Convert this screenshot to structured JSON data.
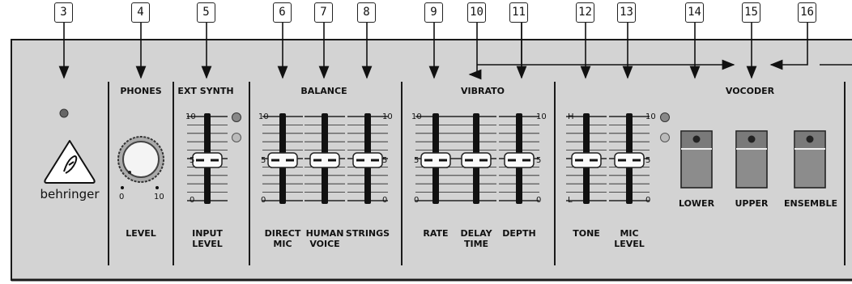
{
  "callouts": [
    "3",
    "4",
    "5",
    "6",
    "7",
    "8",
    "9",
    "10",
    "11",
    "12",
    "13",
    "14",
    "15",
    "16"
  ],
  "brand": "behringer",
  "sections": {
    "phones": "PHONES",
    "ext_synth": "EXT SYNTH",
    "balance": "BALANCE",
    "vibrato": "VIBRATO",
    "vocoder": "VOCODER"
  },
  "knob": {
    "label": "LEVEL",
    "min": "0",
    "max": "10"
  },
  "fader_scale": {
    "top": "10",
    "mid": "5",
    "bottom": "0",
    "tone_top": "H",
    "tone_bottom": "L"
  },
  "faders": {
    "input_level": "INPUT\nLEVEL",
    "direct_mic": "DIRECT\nMIC",
    "human_voice": "HUMAN\nVOICE",
    "strings": "STRINGS",
    "rate": "RATE",
    "delay_time": "DELAY\nTIME",
    "depth": "DEPTH",
    "tone": "TONE",
    "mic_level": "MIC\nLEVEL"
  },
  "buttons": {
    "lower": "LOWER",
    "upper": "UPPER",
    "ensemble": "ENSEMBLE"
  },
  "colors": {
    "panel": "#d3d3d3",
    "outline": "#1a1a1a",
    "fader_track": "#111111",
    "led": "#666666"
  }
}
